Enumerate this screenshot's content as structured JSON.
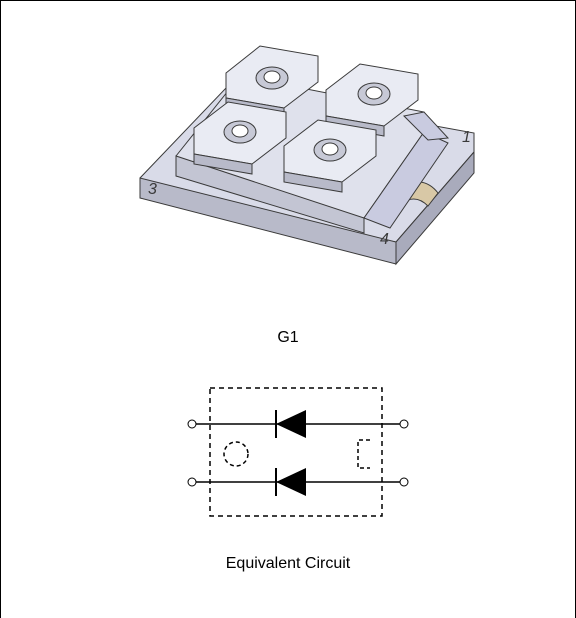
{
  "module": {
    "pin_labels": [
      "1",
      "3",
      "4"
    ],
    "caption": "G1"
  },
  "circuit": {
    "caption": "Equivalent Circuit"
  },
  "colors": {
    "body_fill": "#d9dbe8",
    "body_shadow": "#a9abbc",
    "outline": "#3a3a3a",
    "line": "#000000",
    "accent_copper": "#d8c8a6"
  }
}
